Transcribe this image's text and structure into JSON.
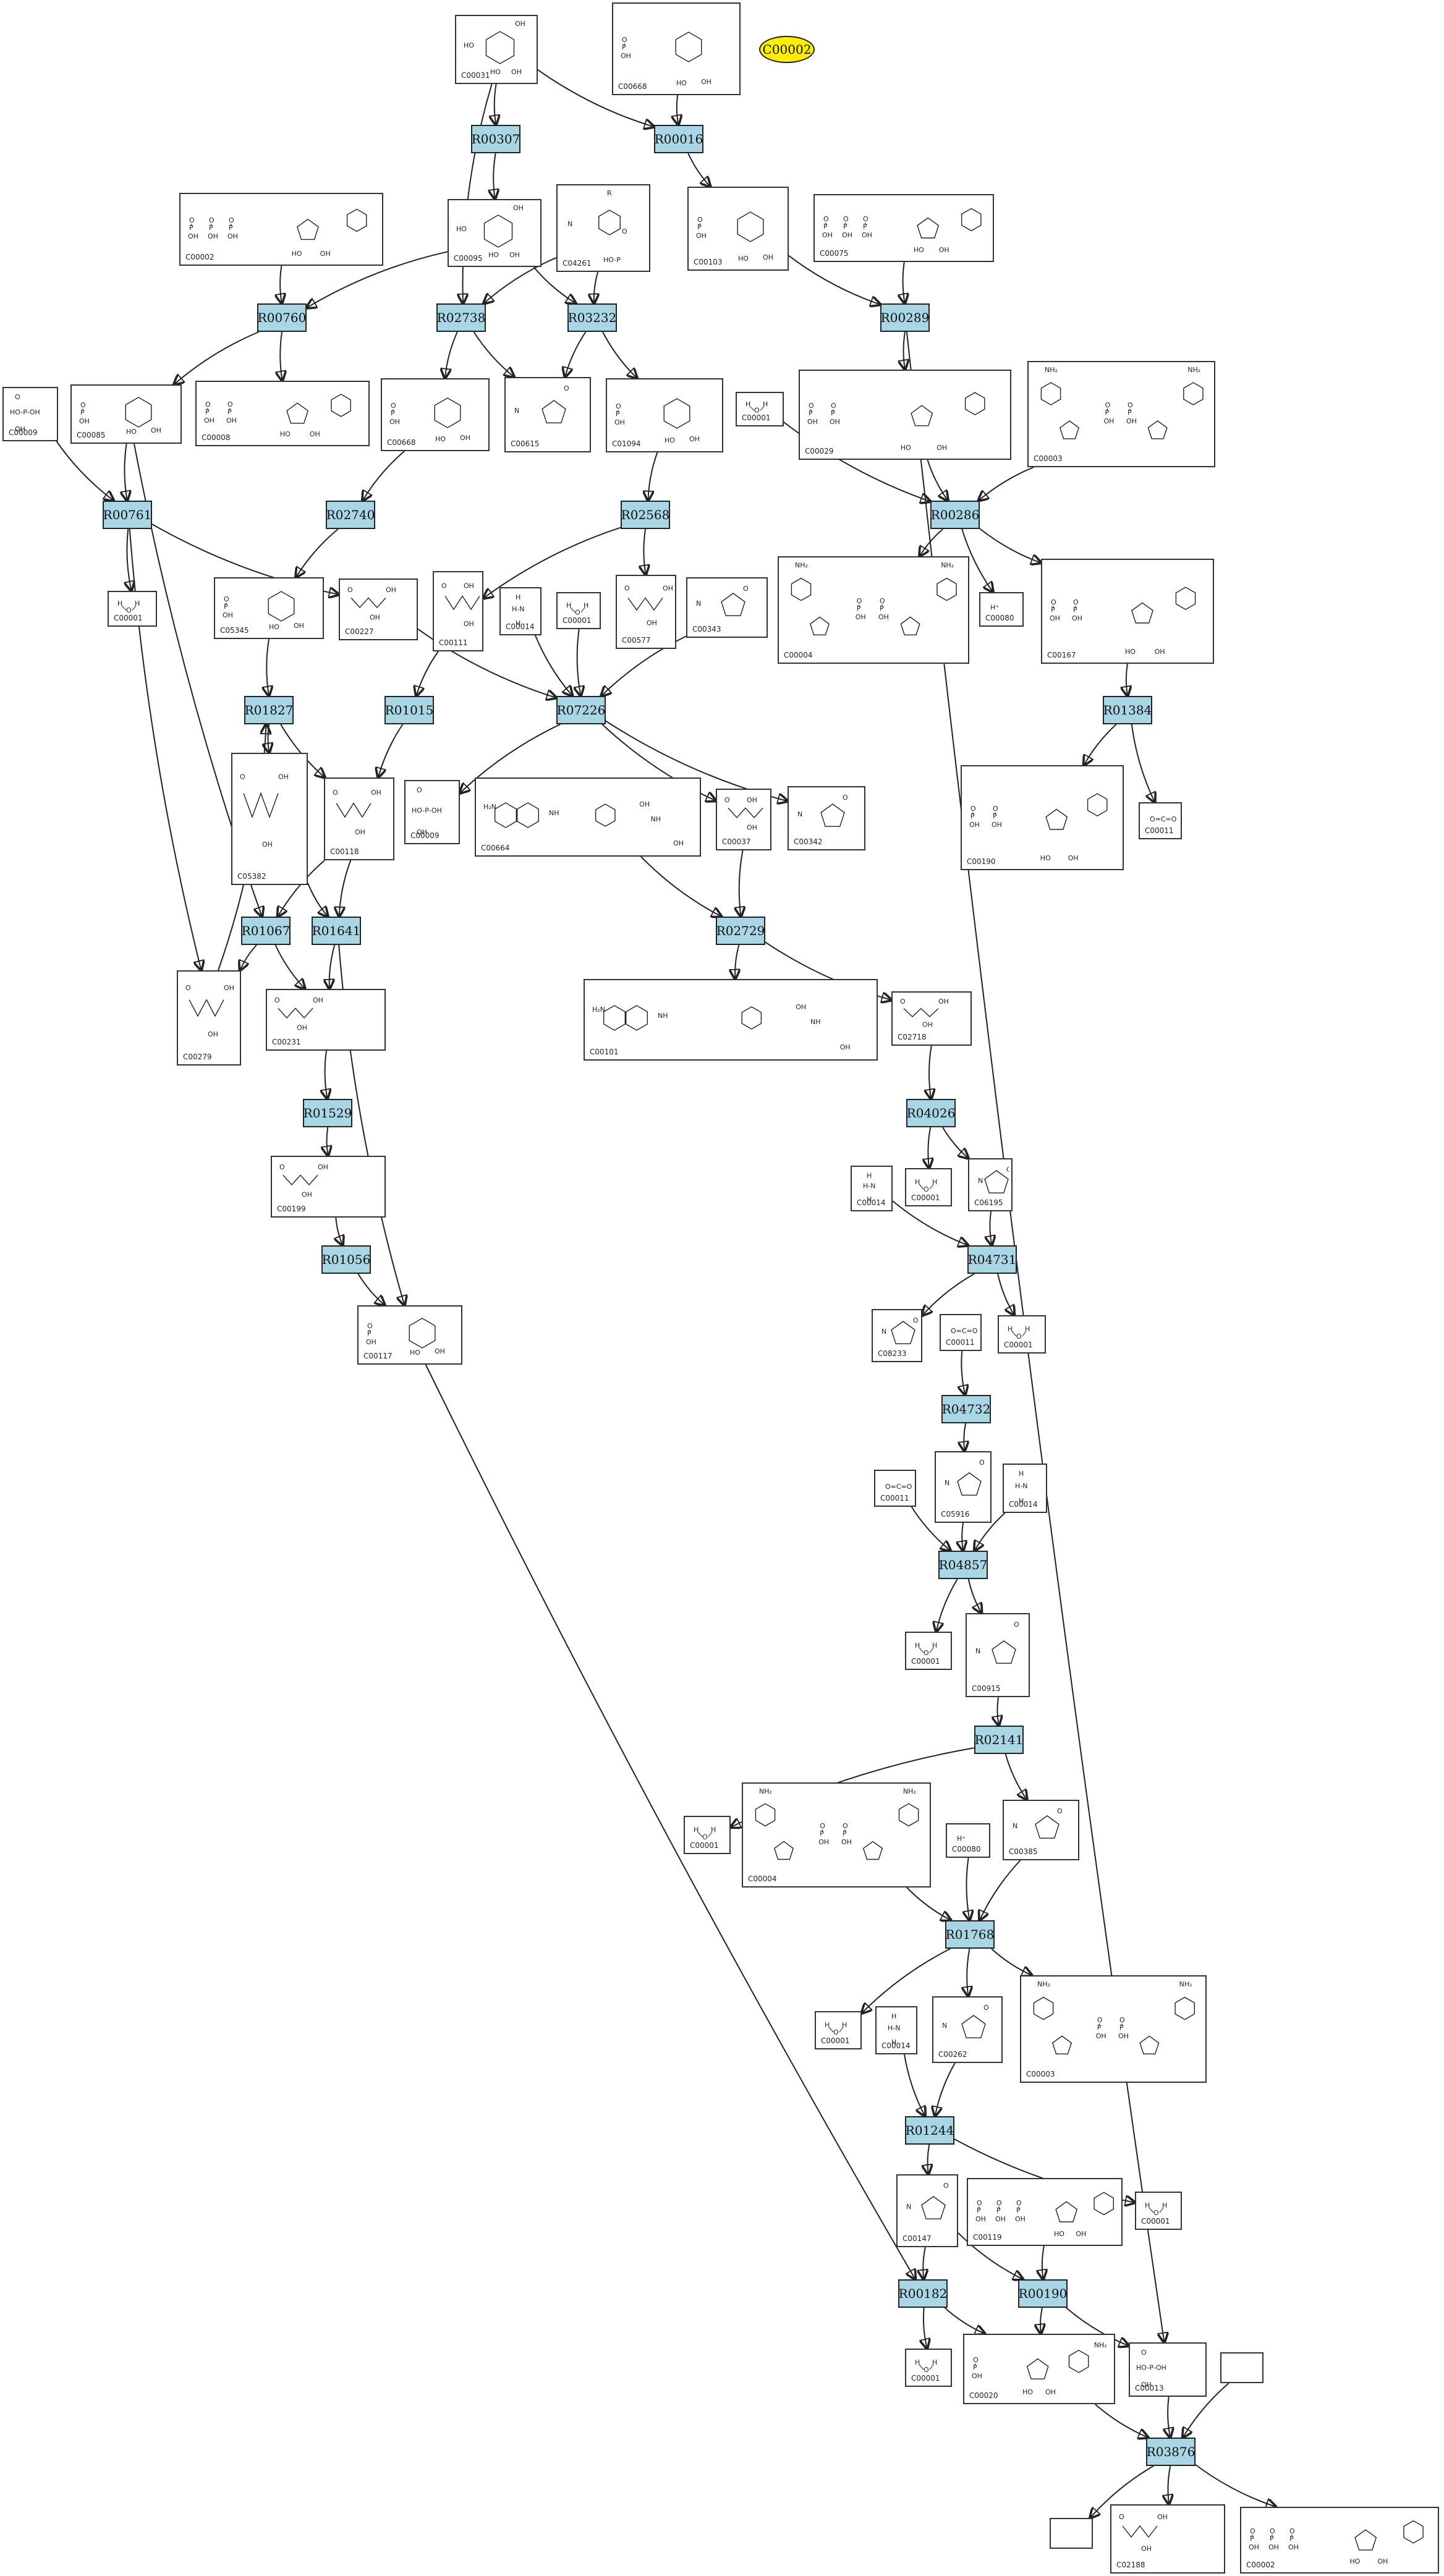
{
  "highlight": {
    "label": "C00002",
    "color": "#ffee00"
  },
  "colors": {
    "reaction_fill": "#a9d6e5",
    "edge": "#222222"
  },
  "reactions": [
    {
      "id": "R00307",
      "label": "R00307"
    },
    {
      "id": "R00016",
      "label": "R00016"
    },
    {
      "id": "R00760",
      "label": "R00760"
    },
    {
      "id": "R02738",
      "label": "R02738"
    },
    {
      "id": "R03232",
      "label": "R03232"
    },
    {
      "id": "R00289",
      "label": "R00289"
    },
    {
      "id": "R00761",
      "label": "R00761"
    },
    {
      "id": "R02740",
      "label": "R02740"
    },
    {
      "id": "R02568",
      "label": "R02568"
    },
    {
      "id": "R00286",
      "label": "R00286"
    },
    {
      "id": "R01827",
      "label": "R01827"
    },
    {
      "id": "R01015",
      "label": "R01015"
    },
    {
      "id": "R07226",
      "label": "R07226"
    },
    {
      "id": "R01384",
      "label": "R01384"
    },
    {
      "id": "R01067",
      "label": "R01067"
    },
    {
      "id": "R01641",
      "label": "R01641"
    },
    {
      "id": "R02729",
      "label": "R02729"
    },
    {
      "id": "R01529",
      "label": "R01529"
    },
    {
      "id": "R04026",
      "label": "R04026"
    },
    {
      "id": "R01056",
      "label": "R01056"
    },
    {
      "id": "R04731",
      "label": "R04731"
    },
    {
      "id": "R04732",
      "label": "R04732"
    },
    {
      "id": "R04857",
      "label": "R04857"
    },
    {
      "id": "R02141",
      "label": "R02141"
    },
    {
      "id": "R01768",
      "label": "R01768"
    },
    {
      "id": "R01244",
      "label": "R01244"
    },
    {
      "id": "R00182",
      "label": "R00182"
    },
    {
      "id": "R00190",
      "label": "R00190"
    },
    {
      "id": "R03876",
      "label": "R03876"
    }
  ],
  "compounds": [
    {
      "id": "c_C00031",
      "label": "C00031",
      "mol": "sugar"
    },
    {
      "id": "c_C00668a",
      "label": "C00668",
      "mol": "sugarp"
    },
    {
      "id": "c_C00002a",
      "label": "C00002",
      "mol": "nucleotide3"
    },
    {
      "id": "c_C00095",
      "label": "C00095",
      "mol": "sugar"
    },
    {
      "id": "c_C04261",
      "label": "C04261",
      "mol": "amide"
    },
    {
      "id": "c_C00103",
      "label": "C00103",
      "mol": "sugarp"
    },
    {
      "id": "c_C00075",
      "label": "C00075",
      "mol": "nucleotide3"
    },
    {
      "id": "c_C00009a",
      "label": "C00009",
      "mol": "phosphate"
    },
    {
      "id": "c_C00085",
      "label": "C00085",
      "mol": "sugarp"
    },
    {
      "id": "c_C00008",
      "label": "C00008",
      "mol": "nucleotide2"
    },
    {
      "id": "c_C00668b",
      "label": "C00668",
      "mol": "sugarp"
    },
    {
      "id": "c_C00615",
      "label": "C00615",
      "mol": "ring"
    },
    {
      "id": "c_C01094",
      "label": "C01094",
      "mol": "sugarp"
    },
    {
      "id": "c_C00001a",
      "label": "C00001",
      "mol": "water"
    },
    {
      "id": "c_C00029",
      "label": "C00029",
      "mol": "nucleotide2"
    },
    {
      "id": "c_C00003a",
      "label": "C00003",
      "mol": "dinucleotide"
    },
    {
      "id": "c_C00001b",
      "label": "C00001",
      "mol": "water"
    },
    {
      "id": "c_C05345",
      "label": "C05345",
      "mol": "sugarp"
    },
    {
      "id": "c_C00227",
      "label": "C00227",
      "mol": "chain"
    },
    {
      "id": "c_C00111",
      "label": "C00111",
      "mol": "chain"
    },
    {
      "id": "c_C00014a",
      "label": "C00014",
      "mol": "ammonia"
    },
    {
      "id": "c_C00001c",
      "label": "C00001",
      "mol": "water"
    },
    {
      "id": "c_C00577",
      "label": "C00577",
      "mol": "chain"
    },
    {
      "id": "c_C00343",
      "label": "C00343",
      "mol": "ring"
    },
    {
      "id": "c_C00004a",
      "label": "C00004",
      "mol": "dinucleotide"
    },
    {
      "id": "c_C00080a",
      "label": "C00080",
      "mol": "proton"
    },
    {
      "id": "c_C00167",
      "label": "C00167",
      "mol": "nucleotide2"
    },
    {
      "id": "c_C05382",
      "label": "C05382",
      "mol": "chain"
    },
    {
      "id": "c_C00118",
      "label": "C00118",
      "mol": "chain"
    },
    {
      "id": "c_C00009b",
      "label": "C00009",
      "mol": "phosphate"
    },
    {
      "id": "c_C00664",
      "label": "C00664",
      "mol": "folate"
    },
    {
      "id": "c_C00037",
      "label": "C00037",
      "mol": "chain"
    },
    {
      "id": "c_C00342",
      "label": "C00342",
      "mol": "ring"
    },
    {
      "id": "c_C00190",
      "label": "C00190",
      "mol": "nucleotide2"
    },
    {
      "id": "c_C00011a",
      "label": "C00011",
      "mol": "co2"
    },
    {
      "id": "c_C00279",
      "label": "C00279",
      "mol": "chain"
    },
    {
      "id": "c_C00231",
      "label": "C00231",
      "mol": "chain"
    },
    {
      "id": "c_C00101",
      "label": "C00101",
      "mol": "folate"
    },
    {
      "id": "c_C02718",
      "label": "C02718",
      "mol": "chain"
    },
    {
      "id": "c_C00199",
      "label": "C00199",
      "mol": "chain"
    },
    {
      "id": "c_C00014b",
      "label": "C00014",
      "mol": "ammonia"
    },
    {
      "id": "c_C00001d",
      "label": "C00001",
      "mol": "water"
    },
    {
      "id": "c_C06195",
      "label": "C06195",
      "mol": "ring"
    },
    {
      "id": "c_C00117",
      "label": "C00117",
      "mol": "sugarp"
    },
    {
      "id": "c_C08233",
      "label": "C08233",
      "mol": "ring"
    },
    {
      "id": "c_C00011b",
      "label": "C00011",
      "mol": "co2"
    },
    {
      "id": "c_C00001e",
      "label": "C00001",
      "mol": "water"
    },
    {
      "id": "c_C00011c",
      "label": "C00011",
      "mol": "co2"
    },
    {
      "id": "c_C05916",
      "label": "C05916",
      "mol": "ring"
    },
    {
      "id": "c_C00014c",
      "label": "C00014",
      "mol": "ammonia"
    },
    {
      "id": "c_C00001f",
      "label": "C00001",
      "mol": "water"
    },
    {
      "id": "c_C00915",
      "label": "C00915",
      "mol": "ring"
    },
    {
      "id": "c_C00001g",
      "label": "C00001",
      "mol": "water"
    },
    {
      "id": "c_C00004b",
      "label": "C00004",
      "mol": "dinucleotide"
    },
    {
      "id": "c_C00080b",
      "label": "C00080",
      "mol": "proton"
    },
    {
      "id": "c_C00385",
      "label": "C00385",
      "mol": "ring"
    },
    {
      "id": "c_C00001h",
      "label": "C00001",
      "mol": "water"
    },
    {
      "id": "c_C00014d",
      "label": "C00014",
      "mol": "ammonia"
    },
    {
      "id": "c_C00262",
      "label": "C00262",
      "mol": "ring"
    },
    {
      "id": "c_C00003b",
      "label": "C00003",
      "mol": "dinucleotide"
    },
    {
      "id": "c_C00147",
      "label": "C00147",
      "mol": "ring"
    },
    {
      "id": "c_C00119",
      "label": "C00119",
      "mol": "nucleotide3"
    },
    {
      "id": "c_C00001i",
      "label": "C00001",
      "mol": "water"
    },
    {
      "id": "c_C00001j",
      "label": "C00001",
      "mol": "water"
    },
    {
      "id": "c_C00020",
      "label": "C00020",
      "mol": "nucleotide1"
    },
    {
      "id": "c_C00013",
      "label": "C00013",
      "mol": "phosphate"
    },
    {
      "id": "c_blank1",
      "label": "",
      "mol": "none"
    },
    {
      "id": "c_blank2",
      "label": "",
      "mol": "none"
    },
    {
      "id": "c_C02188",
      "label": "C02188",
      "mol": "chain"
    },
    {
      "id": "c_C00002b",
      "label": "C00002",
      "mol": "nucleotide3"
    }
  ]
}
